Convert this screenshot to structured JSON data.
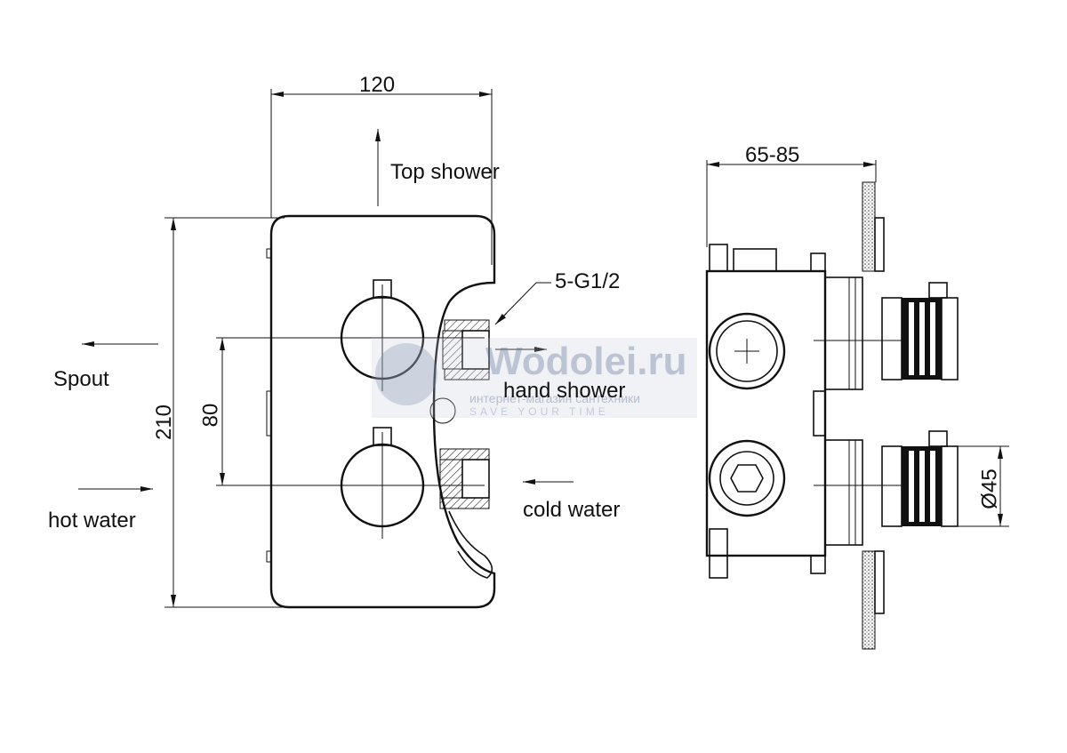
{
  "dimensions": {
    "width": "120",
    "height": "210",
    "spacing": "80",
    "depth": "65-85",
    "diameter": "Ø45",
    "thread": "5-G1/2"
  },
  "labels": {
    "top_shower": "Top shower",
    "spout": "Spout",
    "hand_shower": "hand shower",
    "hot_water": "hot water",
    "cold_water": "cold water"
  },
  "watermark": {
    "brand": "Wodolei.ru",
    "tagline": "интернет-магазин сантехники",
    "slogan": "SAVE YOUR TIME"
  }
}
